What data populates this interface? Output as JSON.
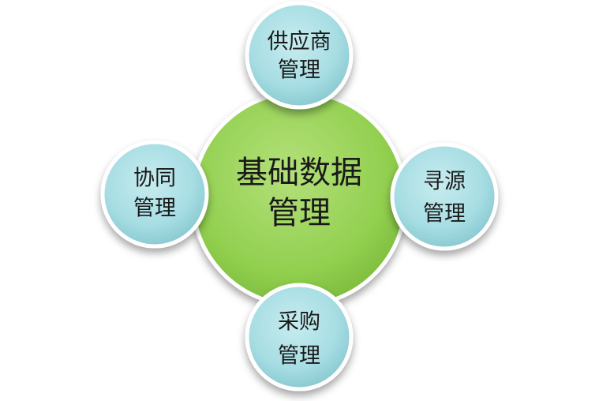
{
  "diagram": {
    "center": {
      "line1": "基础数据",
      "line2": "管理",
      "fill": "#92d050"
    },
    "nodes": {
      "top": {
        "line1": "供应商",
        "line2": "管理"
      },
      "right": {
        "line1": "寻源",
        "line2": "管理"
      },
      "bottom": {
        "line1": "采购",
        "line2": "管理"
      },
      "left": {
        "line1": "协同",
        "line2": "管理"
      }
    },
    "node_fill": "#a6dde3"
  }
}
